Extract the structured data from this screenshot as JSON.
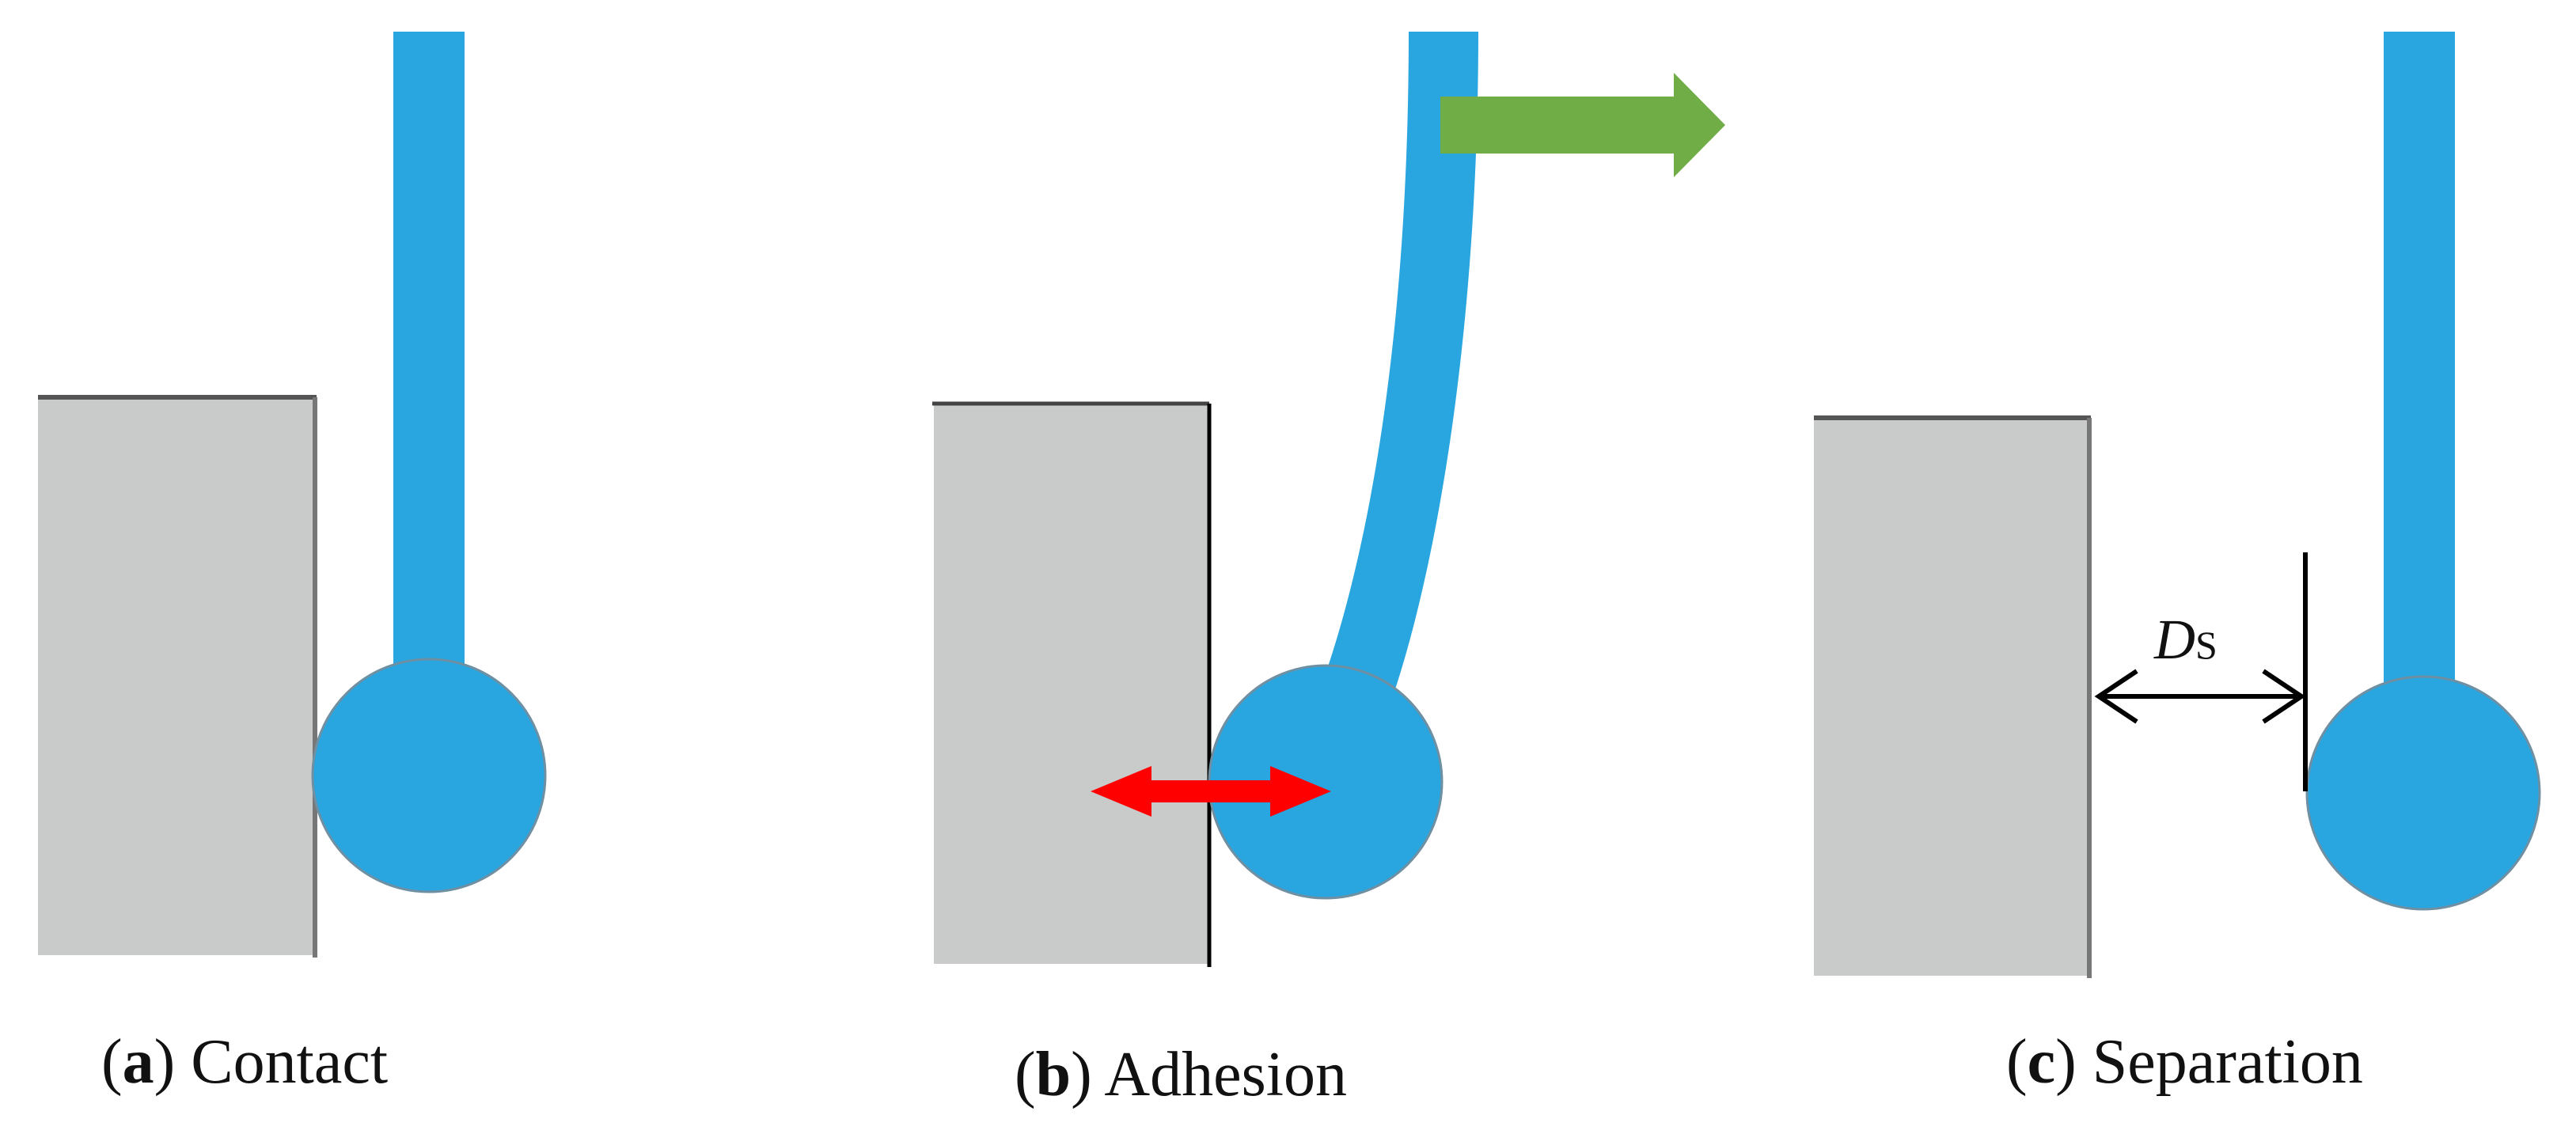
{
  "panels": [
    {
      "letter": "a",
      "title": "Contact"
    },
    {
      "letter": "b",
      "title": "Adhesion"
    },
    {
      "letter": "c",
      "title": "Separation"
    }
  ],
  "separation_distance_label": {
    "symbol": "D",
    "subscript": "S"
  },
  "colors": {
    "probe": "#29A6E0",
    "wall": "#C9CBCA",
    "wall_edge": "#555555",
    "adhesion_force_arrow": "#FF0000",
    "motion_arrow": "#70AD47",
    "dimension_line": "#000000"
  }
}
